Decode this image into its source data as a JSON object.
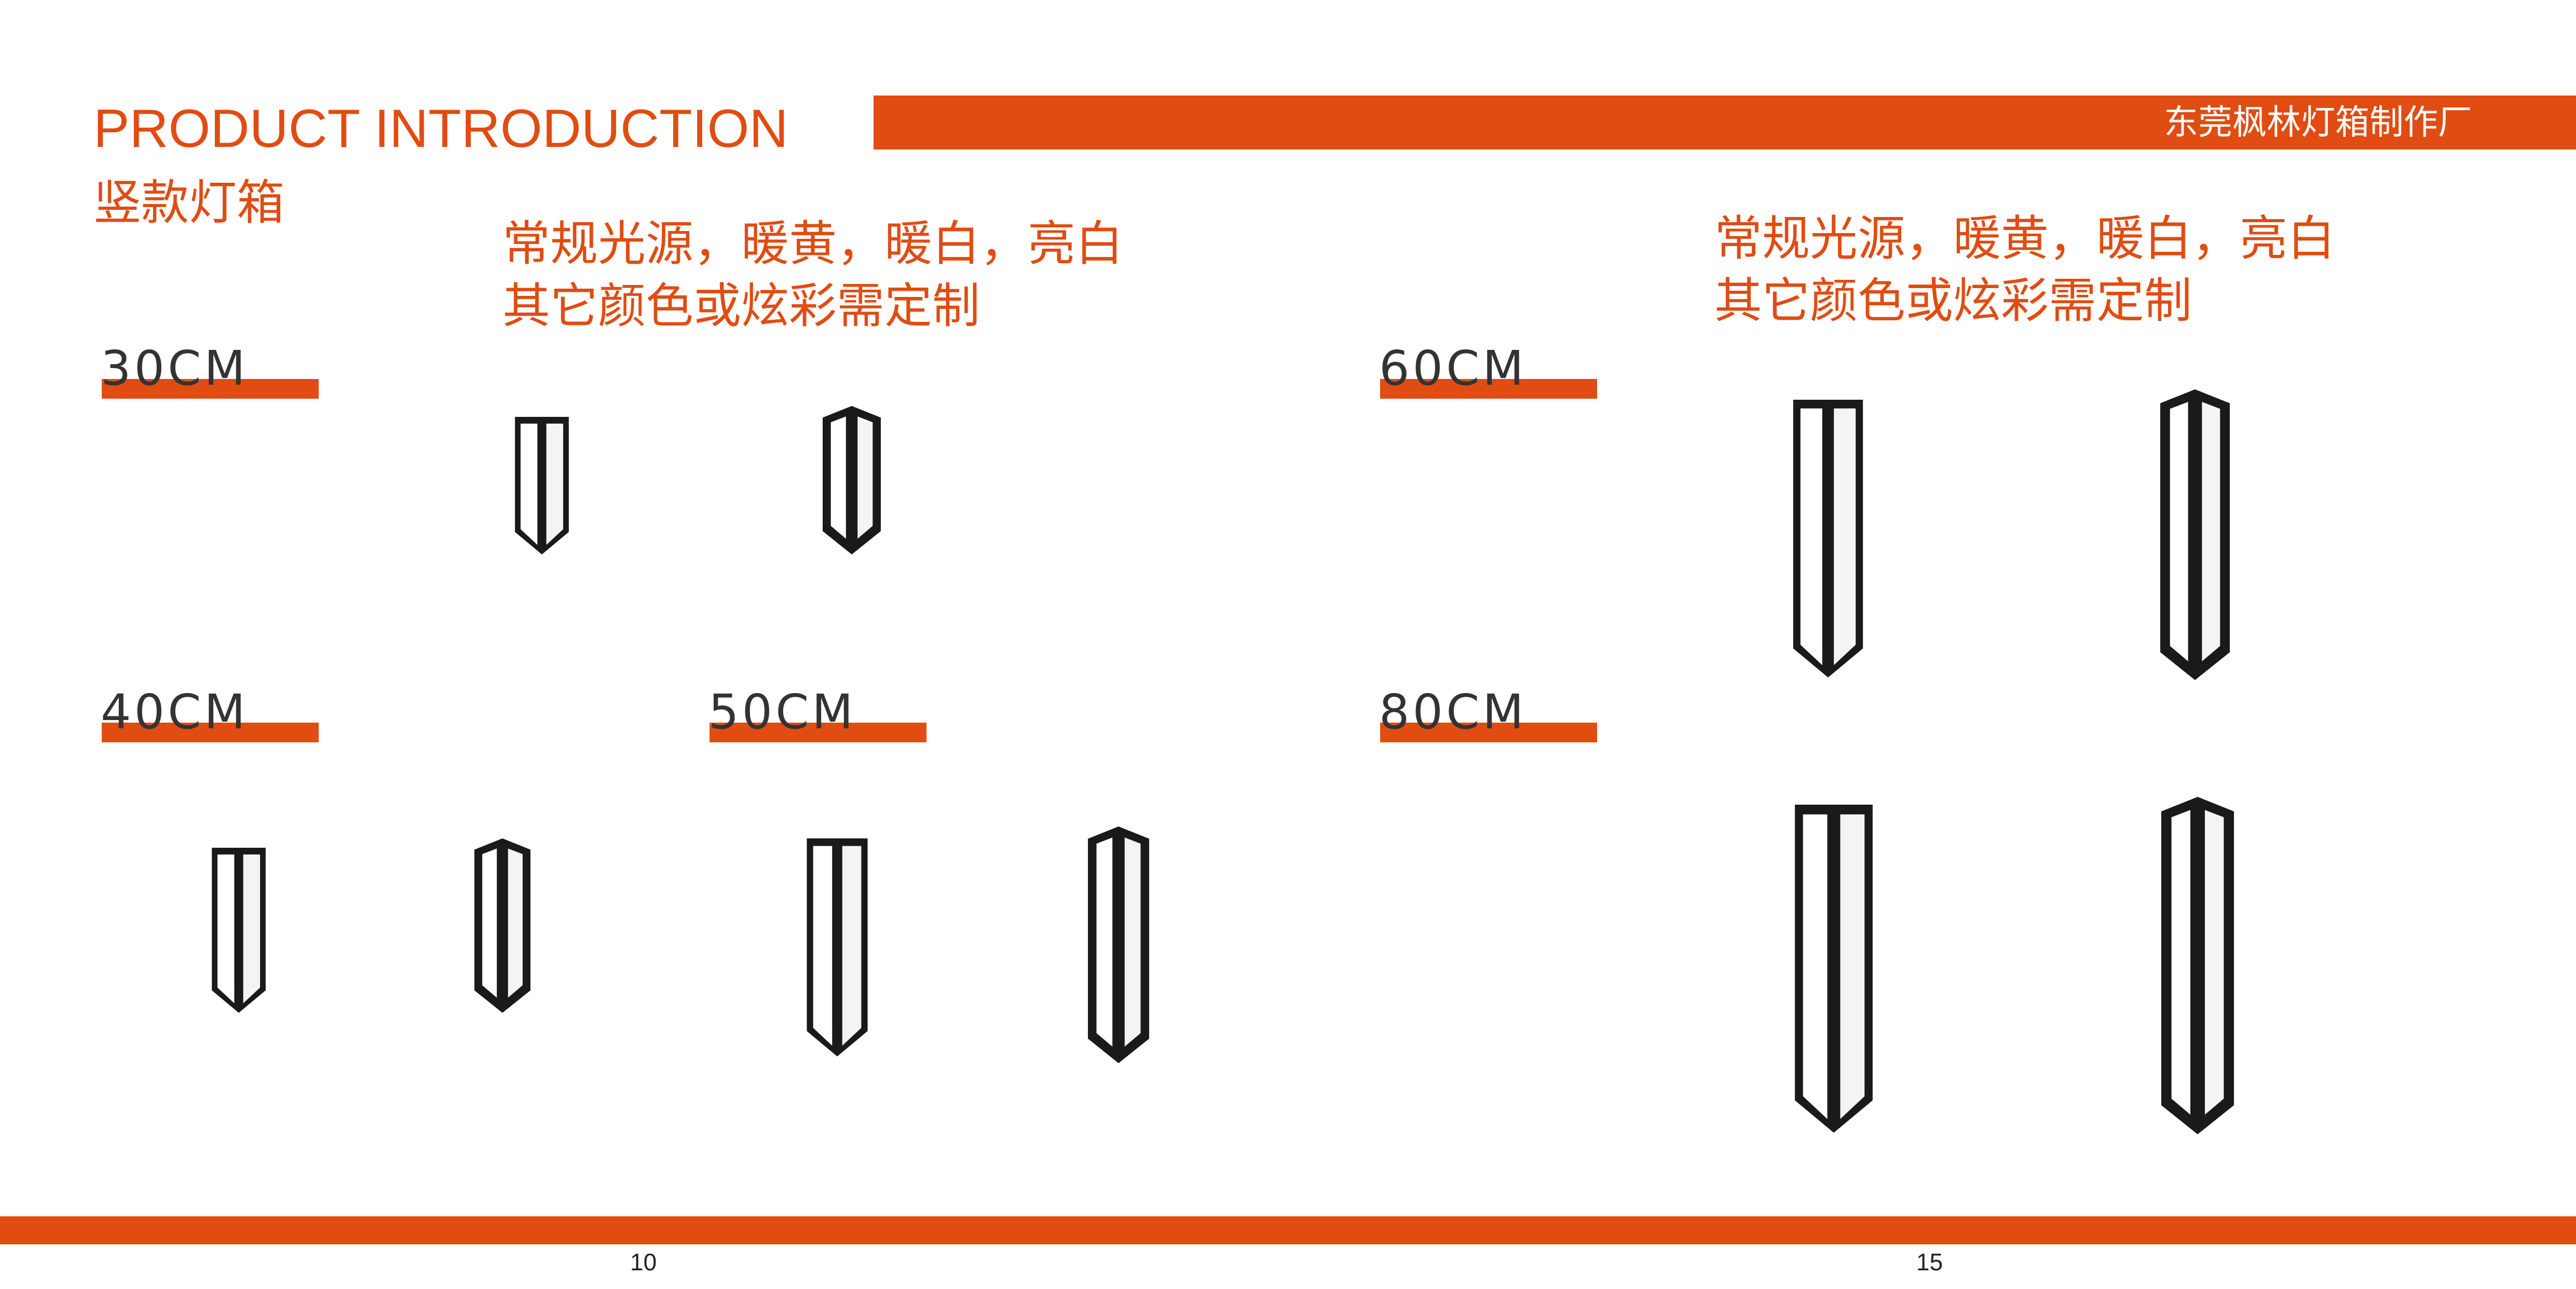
{
  "header": {
    "title": "PRODUCT INTRODUCTION",
    "subtitle": "竖款灯箱",
    "brand": "东莞枫林灯箱制作厂"
  },
  "notes": {
    "left": [
      "常规光源，暖黄，暖白，亮白",
      "其它颜色或炫彩需定制"
    ],
    "right": [
      "常规光源，暖黄，暖白，亮白",
      "其它颜色或炫彩需定制"
    ]
  },
  "sizes": [
    "30CM",
    "40CM",
    "50CM",
    "60CM",
    "80CM"
  ],
  "footer": {
    "page_left": "10",
    "page_right": "15"
  },
  "colors": {
    "accent": "#e04c12",
    "lamp_frame": "#1a1a1a",
    "text": "#333333"
  }
}
